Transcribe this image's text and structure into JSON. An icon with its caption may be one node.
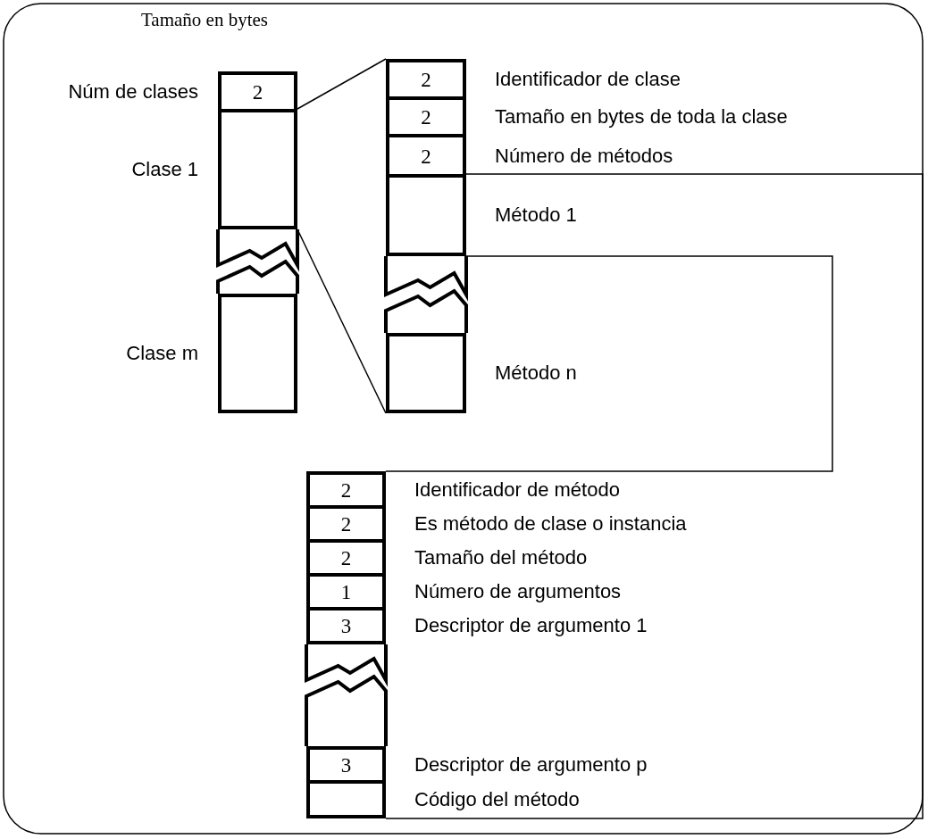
{
  "diagram": {
    "nodes": [
      {
        "text": [
          "2"
        ],
        "beside": [
          "Núm de clases"
        ]
      },
      {
        "text": [],
        "shape": "box",
        "beside": [
          "Clase 1"
        ]
      },
      {
        "text": [],
        "shape": "box",
        "beside": [
          "Clase m"
        ]
      },
      {
        "text": [
          "2"
        ],
        "beside": [
          "Identificador de clase"
        ]
      },
      {
        "text": [
          "2"
        ],
        "beside": [
          "Tamaño en bytes de toda la clase"
        ]
      },
      {
        "text": [
          "2"
        ],
        "beside": [
          "Número de métodos"
        ]
      },
      {
        "text": [],
        "shape": "box",
        "beside": [
          "Método 1"
        ]
      },
      {
        "text": [],
        "shape": "box",
        "beside": [
          "Método n"
        ]
      },
      {
        "text": [
          "2"
        ],
        "beside": [
          "Identificador de método"
        ]
      },
      {
        "text": [
          "2"
        ],
        "beside": [
          "Es método de clase o instancia"
        ]
      },
      {
        "text": [
          "2"
        ],
        "beside": [
          "Tamaño del método"
        ]
      },
      {
        "text": [
          "1"
        ],
        "beside": [
          "Número de argumentos"
        ]
      },
      {
        "text": [
          "3"
        ],
        "beside": [
          "Descriptor de argumento 1"
        ]
      },
      {
        "text": [
          "3"
        ],
        "beside": [
          "Descriptor de argumento p"
        ]
      },
      {
        "text": [],
        "shape": "box",
        "beside": [
          "Código del método"
        ]
      }
    ],
    "edges": [
      {
        "from": 1,
        "to": 3,
        "arrow": "none"
      },
      {
        "from": 1,
        "to": 7,
        "arrow": "none"
      },
      {
        "from": 6,
        "to": 8,
        "arrow": "none"
      },
      {
        "from": 6,
        "to": 14,
        "arrow": "none"
      }
    ],
    "labels": [
      "Tamaño en bytes"
    ]
  }
}
